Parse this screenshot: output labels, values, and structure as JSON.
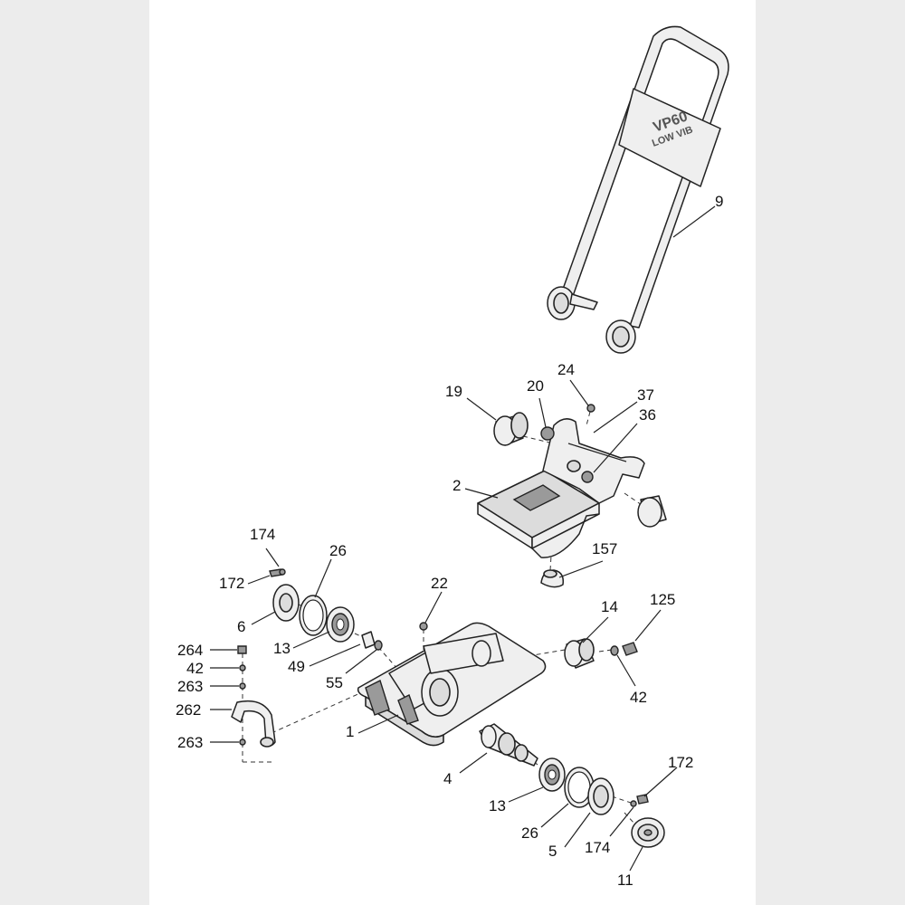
{
  "handle_decal": {
    "model": "VP60",
    "variant": "LOW VIB"
  },
  "callouts": [
    {
      "id": "c-9",
      "label": "9"
    },
    {
      "id": "c-19",
      "label": "19"
    },
    {
      "id": "c-20",
      "label": "20"
    },
    {
      "id": "c-24",
      "label": "24"
    },
    {
      "id": "c-37",
      "label": "37"
    },
    {
      "id": "c-36",
      "label": "36"
    },
    {
      "id": "c-2",
      "label": "2"
    },
    {
      "id": "c-157",
      "label": "157"
    },
    {
      "id": "c-174a",
      "label": "174"
    },
    {
      "id": "c-172a",
      "label": "172"
    },
    {
      "id": "c-26a",
      "label": "26"
    },
    {
      "id": "c-6",
      "label": "6"
    },
    {
      "id": "c-13a",
      "label": "13"
    },
    {
      "id": "c-22",
      "label": "22"
    },
    {
      "id": "c-264",
      "label": "264"
    },
    {
      "id": "c-42a",
      "label": "42"
    },
    {
      "id": "c-263a",
      "label": "263"
    },
    {
      "id": "c-262",
      "label": "262"
    },
    {
      "id": "c-263b",
      "label": "263"
    },
    {
      "id": "c-49",
      "label": "49"
    },
    {
      "id": "c-55",
      "label": "55"
    },
    {
      "id": "c-1",
      "label": "1"
    },
    {
      "id": "c-14",
      "label": "14"
    },
    {
      "id": "c-125",
      "label": "125"
    },
    {
      "id": "c-42b",
      "label": "42"
    },
    {
      "id": "c-4",
      "label": "4"
    },
    {
      "id": "c-13b",
      "label": "13"
    },
    {
      "id": "c-26b",
      "label": "26"
    },
    {
      "id": "c-5",
      "label": "5"
    },
    {
      "id": "c-174b",
      "label": "174"
    },
    {
      "id": "c-172b",
      "label": "172"
    },
    {
      "id": "c-11",
      "label": "11"
    }
  ]
}
